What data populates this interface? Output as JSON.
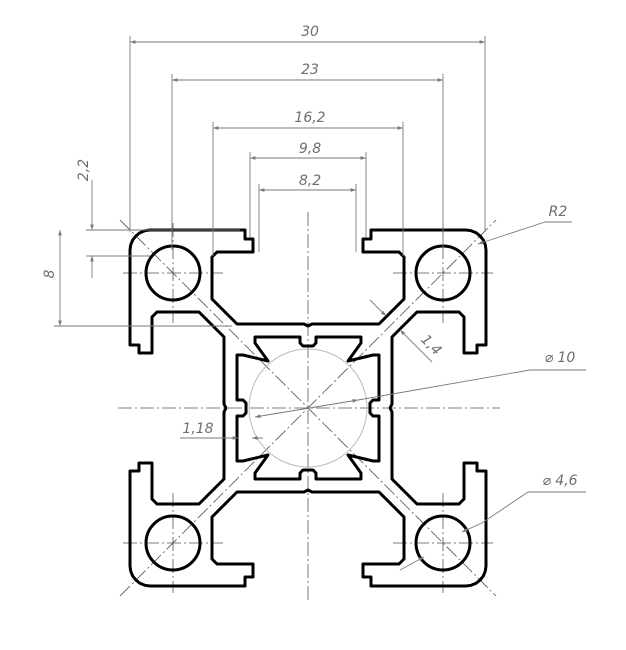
{
  "drawing": {
    "title": "30x30 aluminium profile cross-section",
    "dimensions": {
      "width_overall": "30",
      "hole_spacing": "23",
      "slot_inner": "16,2",
      "slot_opening_outer": "9,8",
      "slot_opening": "8,2",
      "lip_thickness": "2,2",
      "slot_depth": "8",
      "corner_radius": "R2",
      "web_thickness": "1,4",
      "core_diameter": "⌀ 10",
      "core_wall": "1,18",
      "hole_diameter": "⌀ 4,6"
    },
    "colors": {
      "profile": "#000000",
      "dimension": "#7a7a7a"
    }
  }
}
